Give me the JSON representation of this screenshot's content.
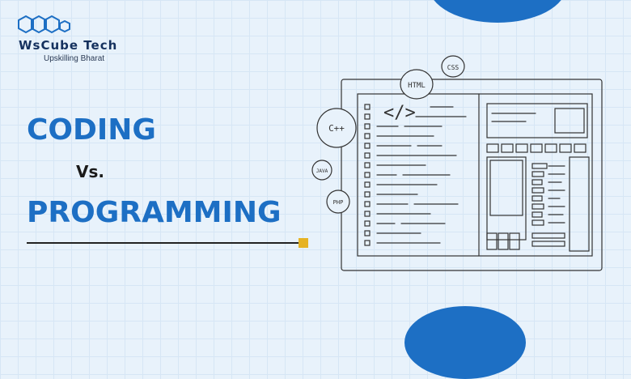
{
  "brand": {
    "name": "WsCube Tech",
    "tagline": "Upskilling Bharat"
  },
  "headline": {
    "line1": "CODING",
    "line2": "Vs.",
    "line3": "PROGRAMMING"
  },
  "illustration": {
    "code_symbol": "</>",
    "bubbles": [
      {
        "label": "HTML"
      },
      {
        "label": "CSS"
      },
      {
        "label": "C++"
      },
      {
        "label": "JAVA"
      },
      {
        "label": "PHP"
      }
    ]
  },
  "colors": {
    "primary": "#1d6fc4",
    "accent": "#e6b324",
    "dark": "#15315e"
  }
}
